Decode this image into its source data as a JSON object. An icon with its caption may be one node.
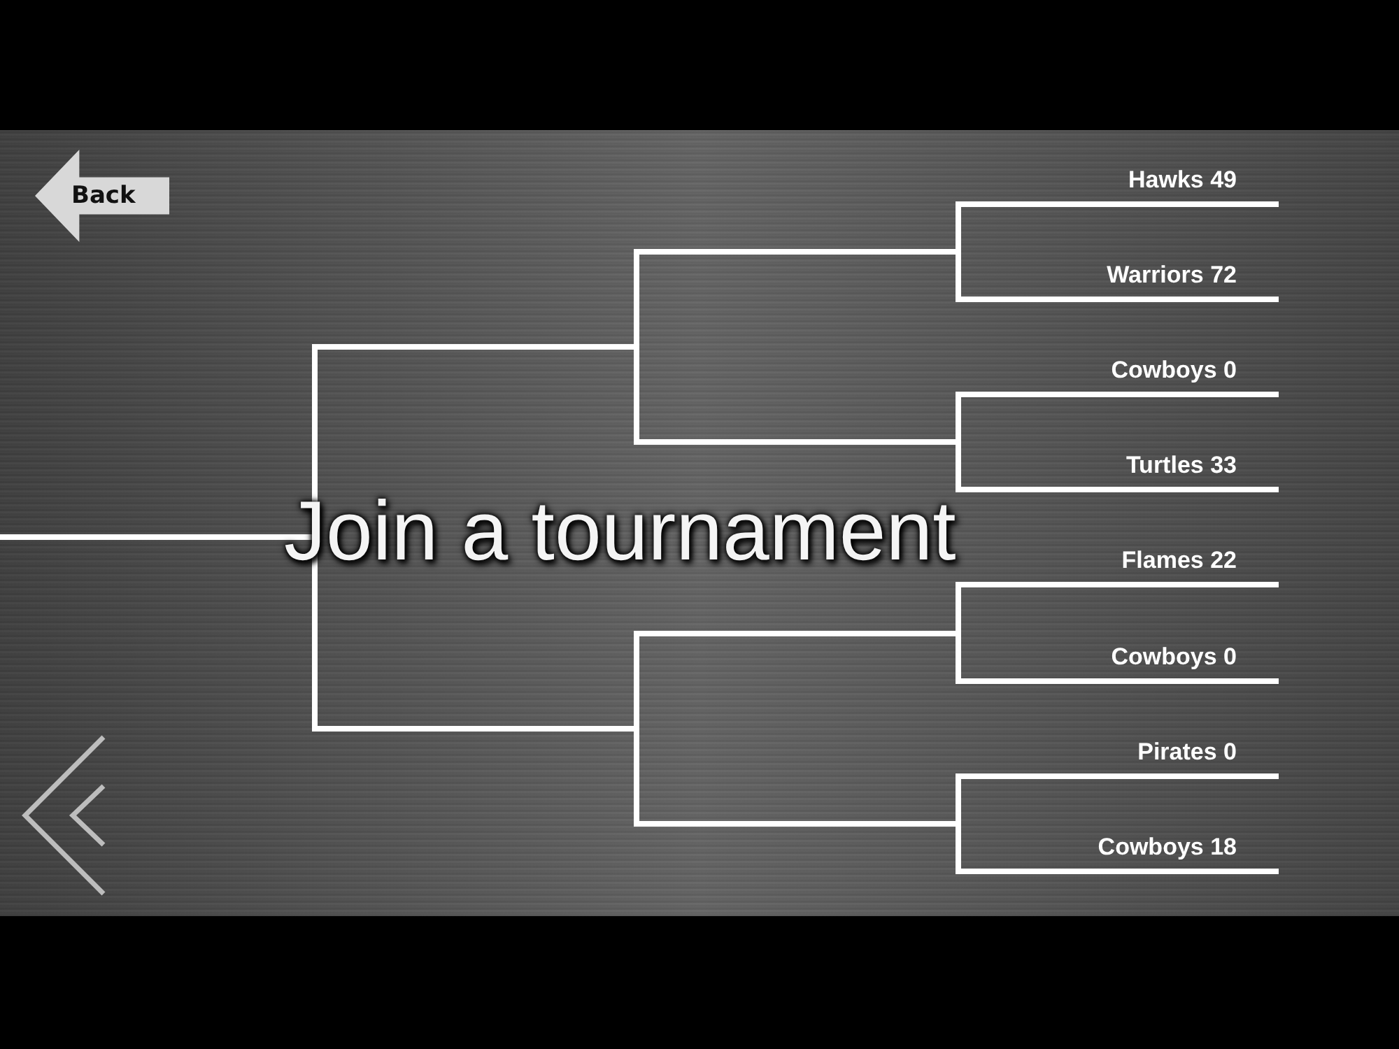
{
  "diagram": {
    "title": "Join a tournament",
    "labels": [
      "Back",
      "Hawks 49",
      "Warriors 72",
      "Cowboys 0",
      "Turtles 33",
      "Flames 22",
      "Cowboys 0",
      "Pirates 0",
      "Cowboys 18"
    ]
  }
}
